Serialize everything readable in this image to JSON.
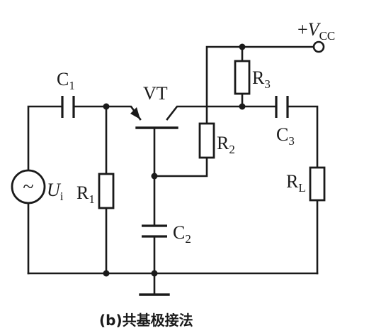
{
  "caption": "(b)共基极接法",
  "supply": {
    "sign": "+",
    "base": "V",
    "sub": "CC"
  },
  "labels": {
    "C1": {
      "base": "C",
      "sub": "1"
    },
    "C2": {
      "base": "C",
      "sub": "2"
    },
    "C3": {
      "base": "C",
      "sub": "3"
    },
    "R1": {
      "base": "R",
      "sub": "1"
    },
    "R2": {
      "base": "R",
      "sub": "2"
    },
    "R3": {
      "base": "R",
      "sub": "3"
    },
    "RL": {
      "base": "R",
      "sub": "L"
    },
    "VT": "VT",
    "Ui": {
      "base": "U",
      "sub": "i"
    }
  },
  "source_symbol": "~"
}
